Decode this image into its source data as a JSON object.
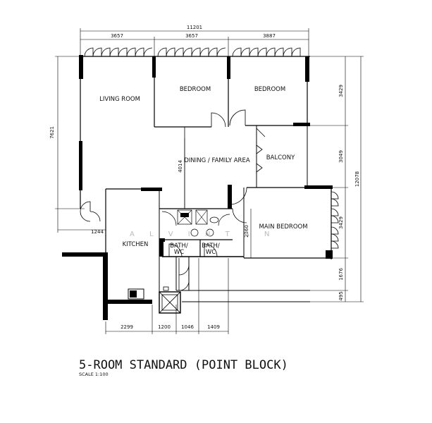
{
  "plan": {
    "title": "5-ROOM STANDARD (POINT BLOCK)",
    "scale": "SCALE   1:100",
    "watermark": "A L V I N   T A N",
    "rooms": {
      "living_room": "LIVING ROOM",
      "bedroom_1": "BEDROOM",
      "bedroom_2": "BEDROOM",
      "dining": "DINING / FAMILY AREA",
      "balcony": "BALCONY",
      "main_bedroom": "MAIN BEDROOM",
      "kitchen": "KITCHEN",
      "bath_1_line1": "BATH/",
      "bath_1_line2": "WC",
      "bath_2_line1": "BATH/",
      "bath_2_line2": "WC"
    },
    "dimensions": {
      "top_total": "11201",
      "top_1": "3657",
      "top_2": "3657",
      "top_3": "3887",
      "left_height": "7621",
      "inner_height": "4014",
      "left_bottom": "1244",
      "main_bed_inner": "2260",
      "right_1": "3429",
      "right_2": "3049",
      "right_3": "3429",
      "right_4": "1676",
      "right_5": "495",
      "right_total": "12078",
      "bottom_1": "2299",
      "bottom_2": "1200",
      "bottom_3": "1046",
      "bottom_4": "1409"
    }
  }
}
